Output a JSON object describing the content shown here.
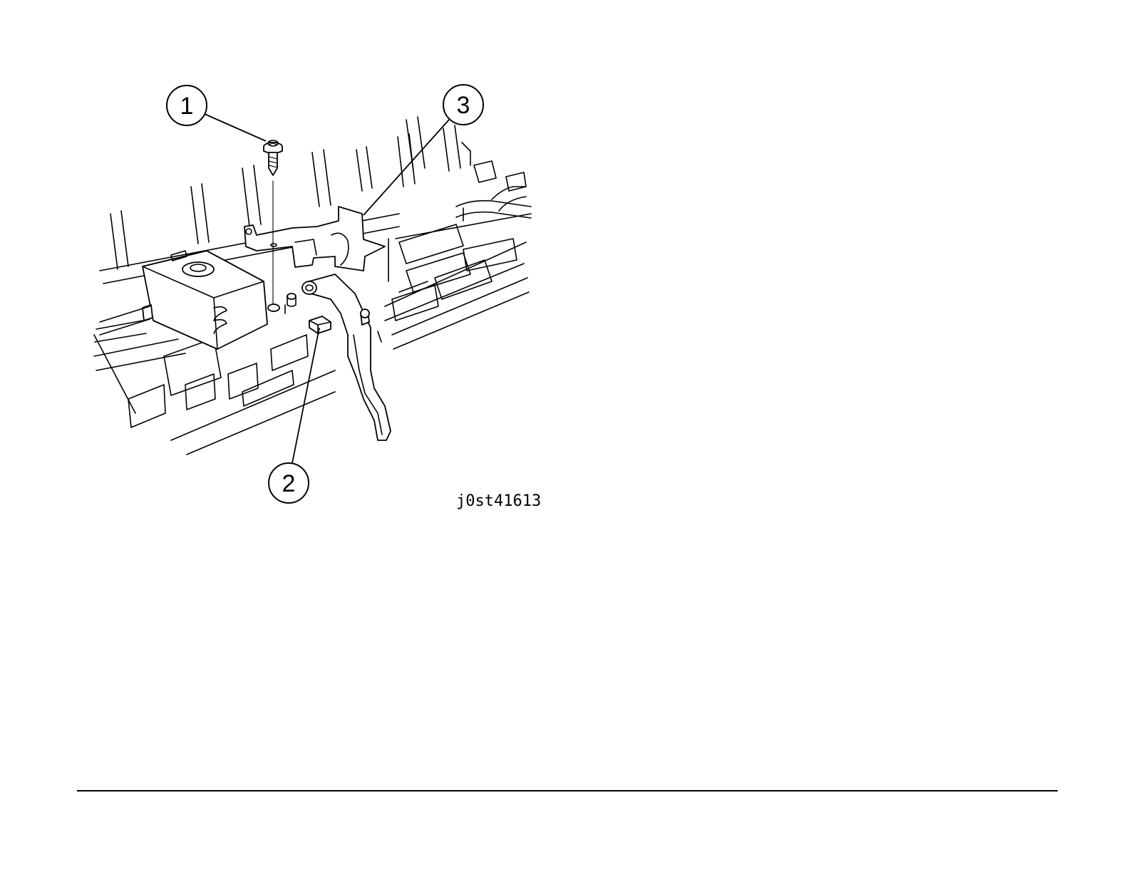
{
  "figure": {
    "id_label": "j0st41613",
    "callouts": [
      {
        "number": "1",
        "item": "screw"
      },
      {
        "number": "2",
        "item": "sensor-connector"
      },
      {
        "number": "3",
        "item": "bracket"
      }
    ]
  }
}
